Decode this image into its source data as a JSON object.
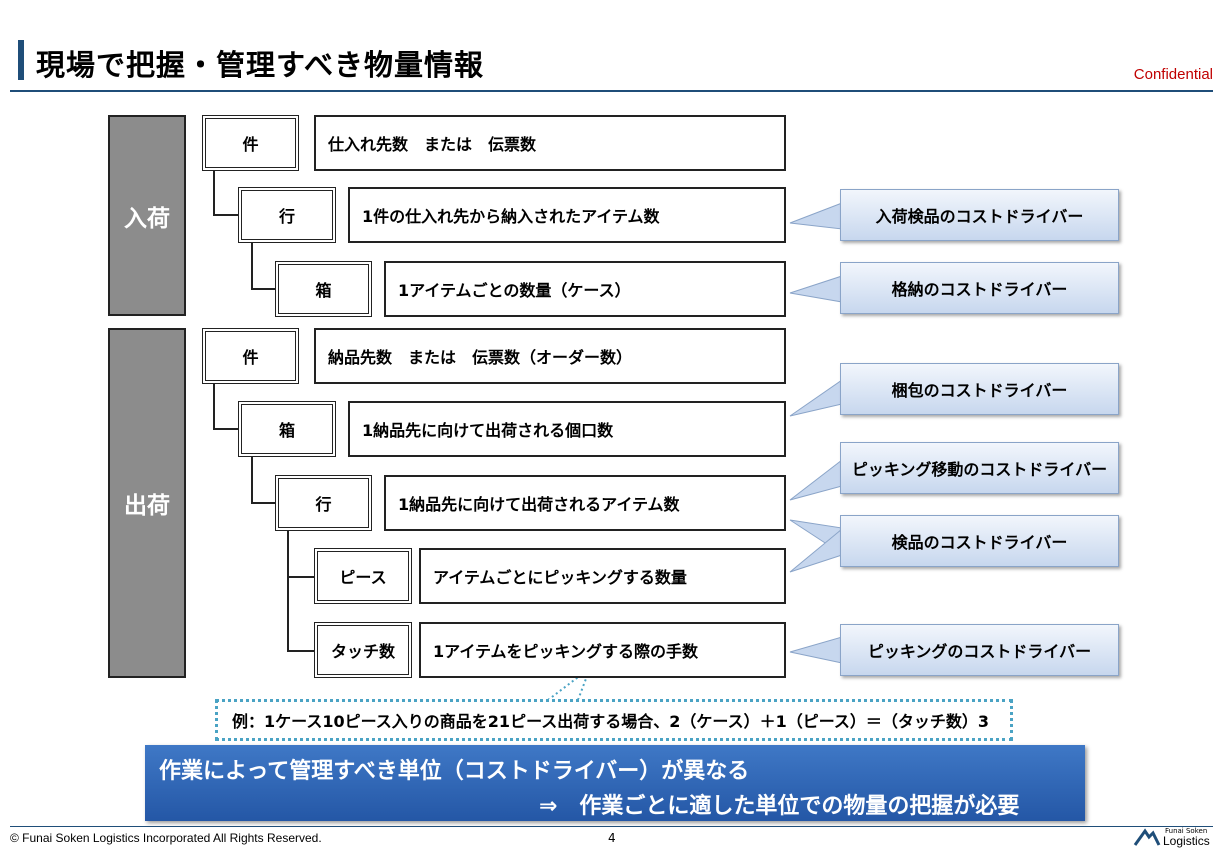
{
  "header": {
    "title": "現場で把握・管理すべき物量情報",
    "confidential": "Confidential"
  },
  "inbound": {
    "label": "入荷",
    "rows": [
      {
        "unit": "件",
        "desc": "仕入れ先数　または　伝票数"
      },
      {
        "unit": "行",
        "desc": "1件の仕入れ先から納入されたアイテム数"
      },
      {
        "unit": "箱",
        "desc": "1アイテムごとの数量（ケース）"
      }
    ]
  },
  "outbound": {
    "label": "出荷",
    "rows": [
      {
        "unit": "件",
        "desc": "納品先数　または　伝票数（オーダー数）"
      },
      {
        "unit": "箱",
        "desc": "1納品先に向けて出荷される個口数"
      },
      {
        "unit": "行",
        "desc": "1納品先に向けて出荷されるアイテム数"
      },
      {
        "unit": "ピース",
        "desc": "アイテムごとにピッキングする数量"
      },
      {
        "unit": "タッチ数",
        "desc": "1アイテムをピッキングする際の手数"
      }
    ]
  },
  "drivers": [
    "入荷検品のコストドライバー",
    "格納のコストドライバー",
    "梱包のコストドライバー",
    "ピッキング移動のコストドライバー",
    "検品のコストドライバー",
    "ピッキングのコストドライバー"
  ],
  "example": "例：1ケース10ピース入りの商品を21ピース出荷する場合、2（ケース）＋1（ピース）＝（タッチ数）3",
  "banner": {
    "line1": "作業によって管理すべき単位（コストドライバー）が異なる",
    "line2": "⇒　作業ごとに適した単位での物量の把握が必要"
  },
  "footer": {
    "copyright": "© Funai Soken Logistics Incorporated All Rights Reserved.",
    "page": "4",
    "logo_small": "Funai Soken",
    "logo_main": "Logistics"
  }
}
